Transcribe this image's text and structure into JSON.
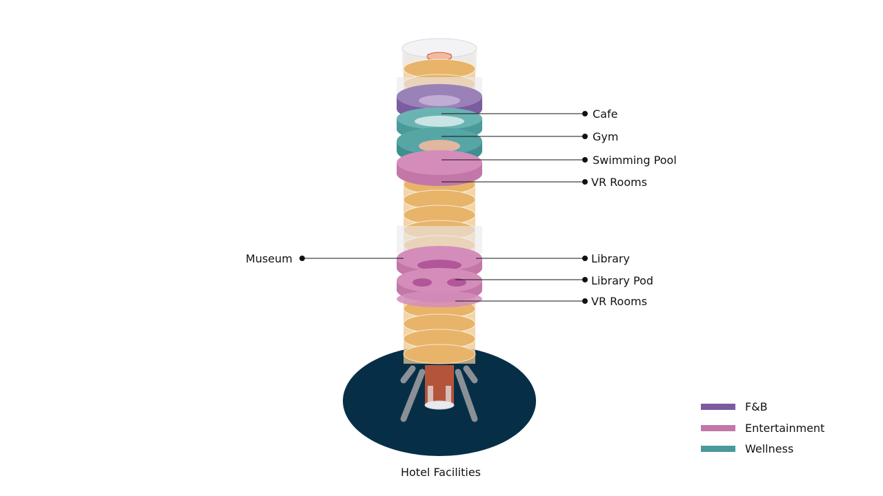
{
  "caption": "Hotel Facilities",
  "labels": {
    "cafe": "Cafe",
    "gym": "Gym",
    "swimming_pool": "Swimming Pool",
    "vr_rooms_top": "VR Rooms",
    "museum": "Museum",
    "library": "Library",
    "library_pod": "Library Pod",
    "vr_rooms_bottom": "VR Rooms"
  },
  "legend": [
    {
      "label": "F&B",
      "color": "#7b5c9e"
    },
    {
      "label": "Entertainment",
      "color": "#c277a8"
    },
    {
      "label": "Wellness",
      "color": "#4a9a9a"
    }
  ],
  "colors": {
    "base": "#062f47",
    "hotel_rooms": "#eec88c",
    "core": "#d45a3a",
    "glass": "#e9e9ee"
  }
}
